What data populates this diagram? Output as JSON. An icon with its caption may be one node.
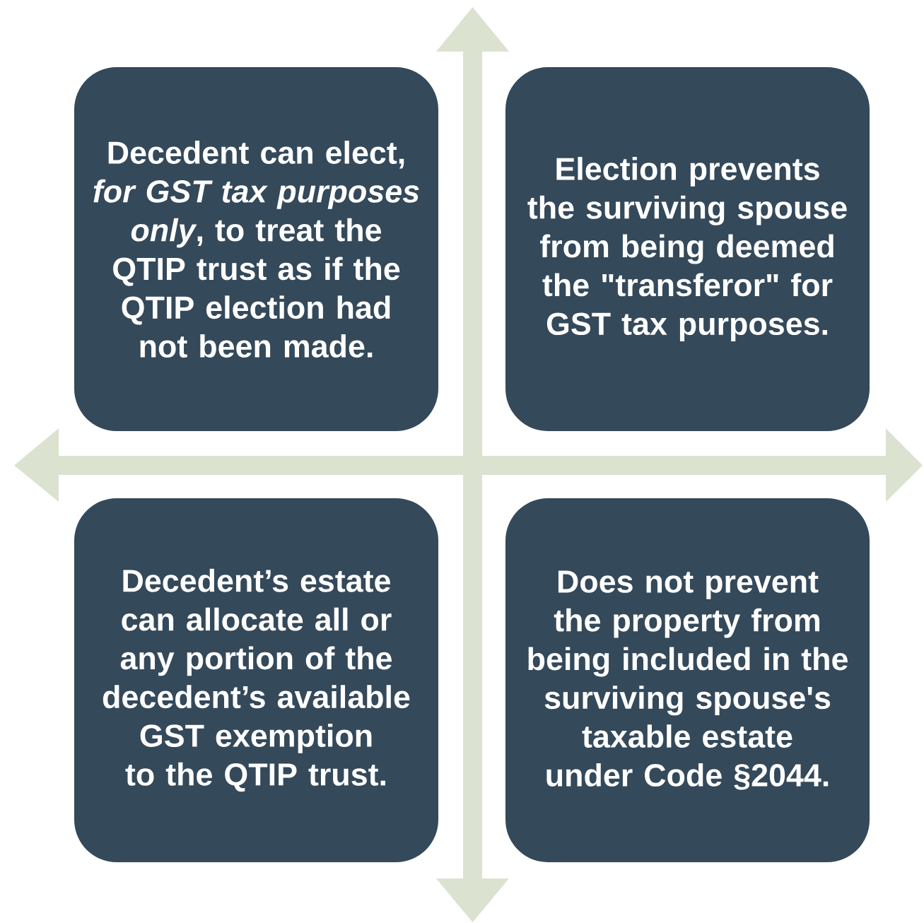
{
  "diagram": {
    "nodes": [
      {
        "text": [
          "Decedent can elect, *for GST tax purposes only*, to treat the QTIP trust as if the QTIP election had not been made."
        ]
      },
      {
        "text": [
          "Election prevents the surviving spouse from being deemed the \"transferor\" for GST  tax purposes."
        ]
      },
      {
        "text": [
          "Decedent’s estate can allocate all or any portion of the decedent’s available GST exemption to the QTIP trust."
        ]
      },
      {
        "text": [
          "Does not prevent the property from being included in the surviving spouse's taxable estate under Code §2044."
        ]
      }
    ]
  }
}
